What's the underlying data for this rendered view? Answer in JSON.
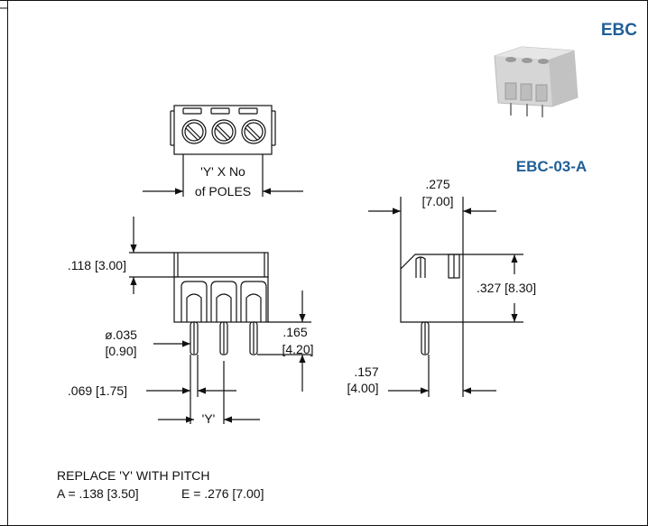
{
  "header": {
    "series_label": "EBC",
    "part_number": "EBC-03-A"
  },
  "dimensions": {
    "poles_line1": "'Y' X No",
    "poles_line2": "of POLES",
    "height_top": ".118 [3.00]",
    "pin_dia_in": "ø.035",
    "pin_dia_mm": "[0.90]",
    "pin_len_in": ".165",
    "pin_len_mm": "[4.20]",
    "pin_offset": ".069 [1.75]",
    "pitch_label": "'Y'",
    "side_width_in": ".275",
    "side_width_mm": "[7.00]",
    "side_height": ".327 [8.30]",
    "side_pin_in": ".157",
    "side_pin_mm": "[4.00]"
  },
  "notes": {
    "title": "REPLACE 'Y' WITH PITCH",
    "option_a": "A = .138 [3.50]",
    "option_e": "E = .276 [7.00]"
  },
  "colors": {
    "brand": "#1f5f97",
    "line": "#111111",
    "photo_body": "#d4d4d4"
  }
}
